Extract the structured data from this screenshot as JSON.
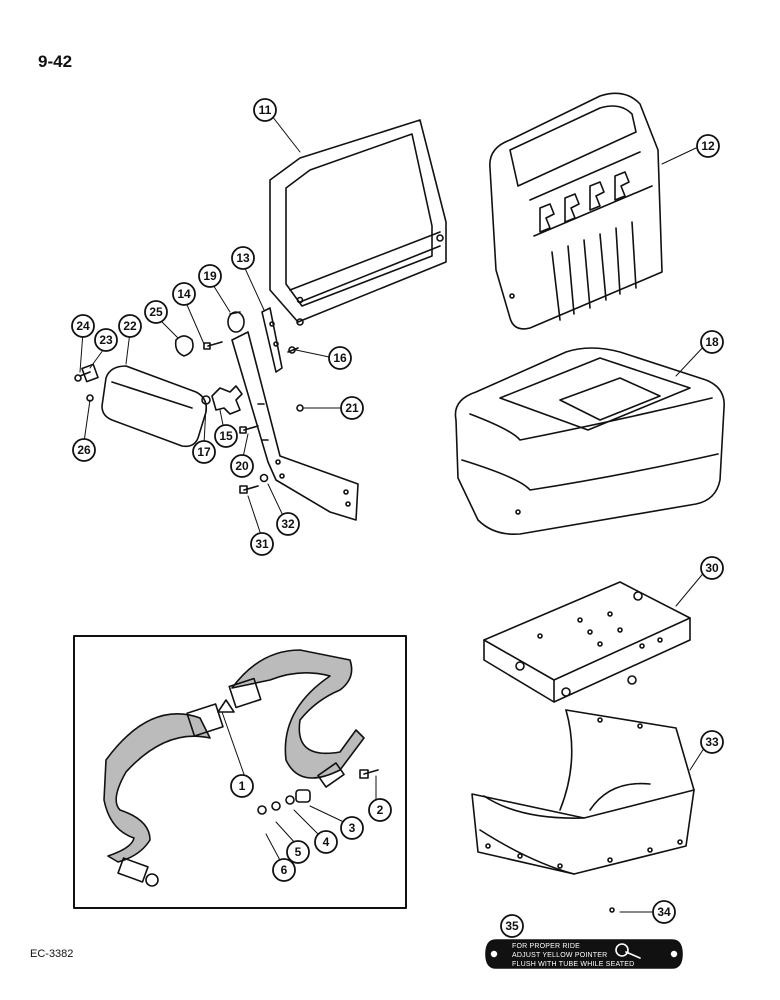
{
  "page": {
    "number": "9-42",
    "doc_code": "EC-3382"
  },
  "callouts": [
    "11",
    "12",
    "13",
    "19",
    "14",
    "25",
    "22",
    "23",
    "24",
    "26",
    "17",
    "15",
    "20",
    "21",
    "16",
    "18",
    "31",
    "32",
    "30",
    "33",
    "34",
    "35",
    "1",
    "2",
    "3",
    "4",
    "5",
    "6"
  ],
  "decal": {
    "lines": [
      "FOR PROPER RIDE",
      "ADJUST YELLOW POINTER",
      "FLUSH WITH TUBE WHILE SEATED"
    ]
  }
}
